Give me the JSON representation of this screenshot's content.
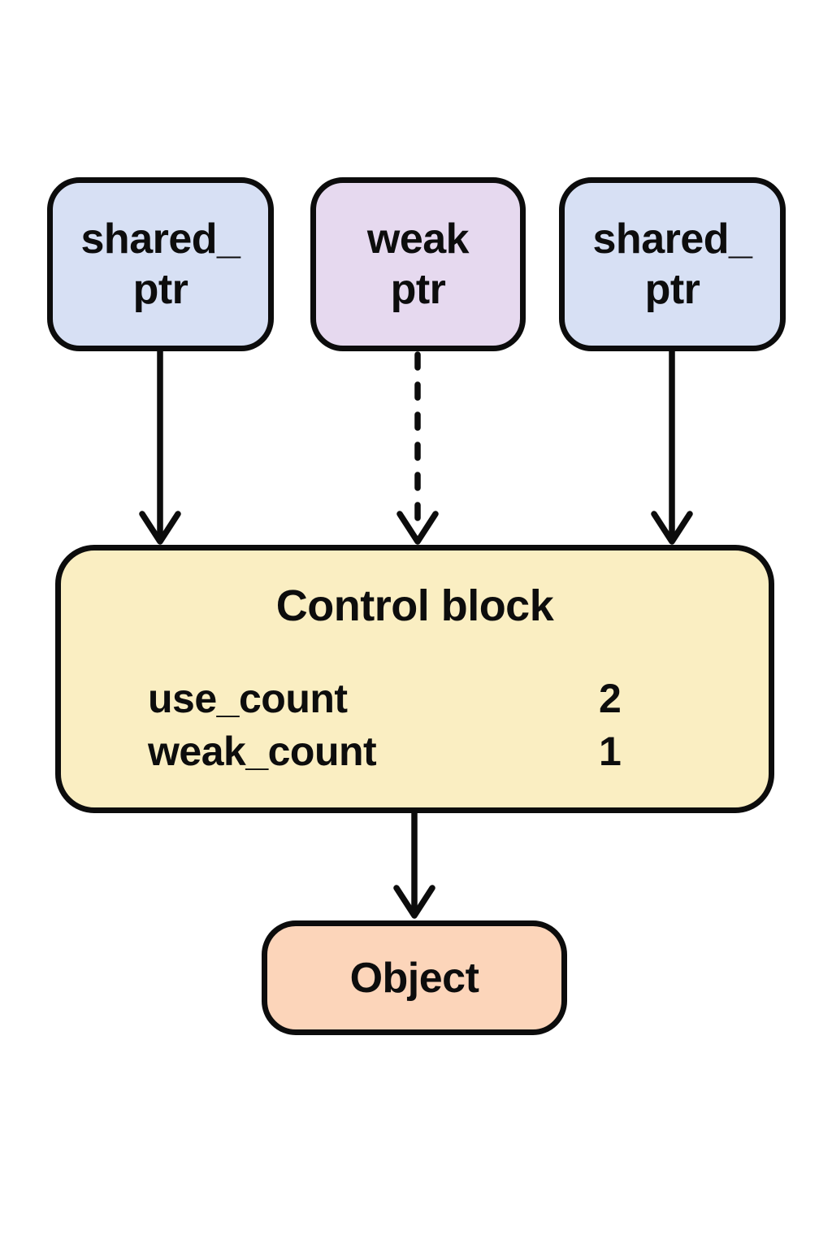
{
  "diagram": {
    "title_semantic": "shared_ptr weak_ptr control block diagram",
    "colors": {
      "background": "#ffffff",
      "border": "#0c0c0c",
      "shared_ptr_fill": "#d7e0f4",
      "weak_ptr_fill": "#e6d9ef",
      "control_block_fill": "#faeec2",
      "object_fill": "#fcd5ba",
      "text": "#0d0d0d"
    },
    "nodes": {
      "shared_ptr_left": {
        "line1": "shared_",
        "line2": "ptr"
      },
      "weak_ptr": {
        "line1": "weak",
        "line2": "ptr"
      },
      "shared_ptr_right": {
        "line1": "shared_",
        "line2": "ptr"
      },
      "control_block": {
        "title": "Control block",
        "rows": [
          {
            "label": "use_count",
            "value": "2"
          },
          {
            "label": "weak_count",
            "value": "1"
          }
        ]
      },
      "object": {
        "label": "Object"
      }
    },
    "edges": [
      {
        "from": "shared_ptr_left",
        "to": "control_block",
        "style": "solid"
      },
      {
        "from": "weak_ptr",
        "to": "control_block",
        "style": "dashed"
      },
      {
        "from": "shared_ptr_right",
        "to": "control_block",
        "style": "solid"
      },
      {
        "from": "control_block",
        "to": "object",
        "style": "solid"
      }
    ]
  }
}
